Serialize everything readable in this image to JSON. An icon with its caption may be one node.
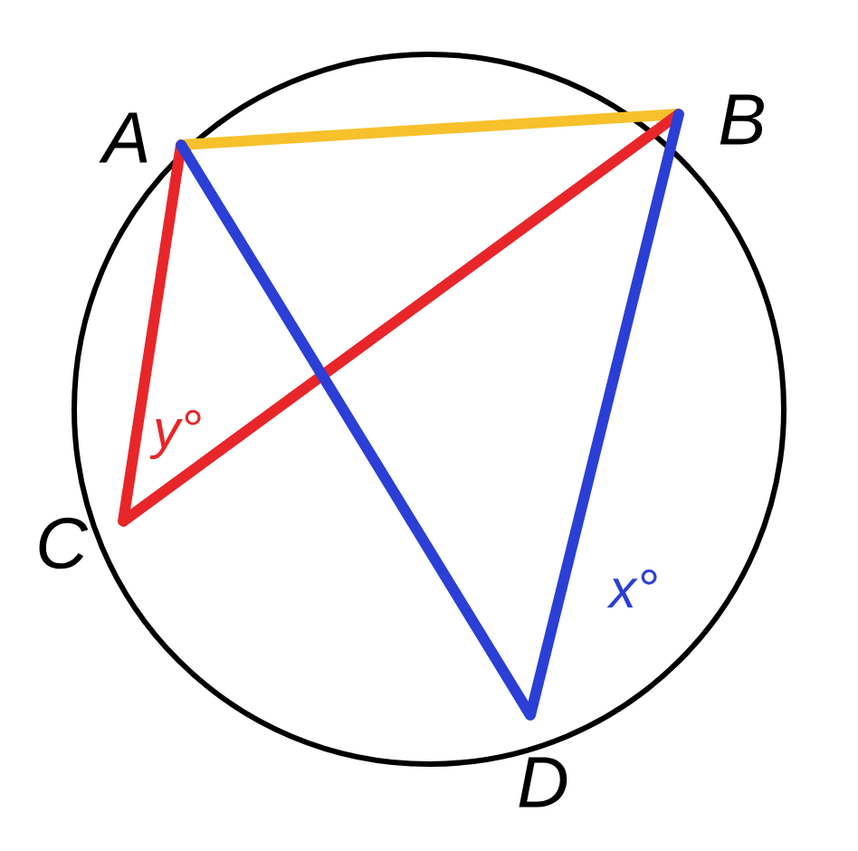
{
  "diagram": {
    "nodes": [
      {
        "text": [
          "A"
        ]
      },
      {
        "text": [
          "B"
        ]
      },
      {
        "text": [
          "C"
        ]
      },
      {
        "text": [
          "D"
        ]
      }
    ],
    "edges": [
      {
        "from": 0,
        "to": 1,
        "arrow": "none",
        "color": "#f7c12c"
      },
      {
        "from": 0,
        "to": 2,
        "arrow": "none",
        "color": "#e8262a"
      },
      {
        "from": 2,
        "to": 1,
        "arrow": "none",
        "color": "#e8262a"
      },
      {
        "from": 0,
        "to": 3,
        "arrow": "none",
        "color": "#2b3fd6"
      },
      {
        "from": 1,
        "to": 3,
        "arrow": "none",
        "color": "#2b3fd6"
      }
    ],
    "labels": [
      "y°",
      "x°"
    ]
  }
}
